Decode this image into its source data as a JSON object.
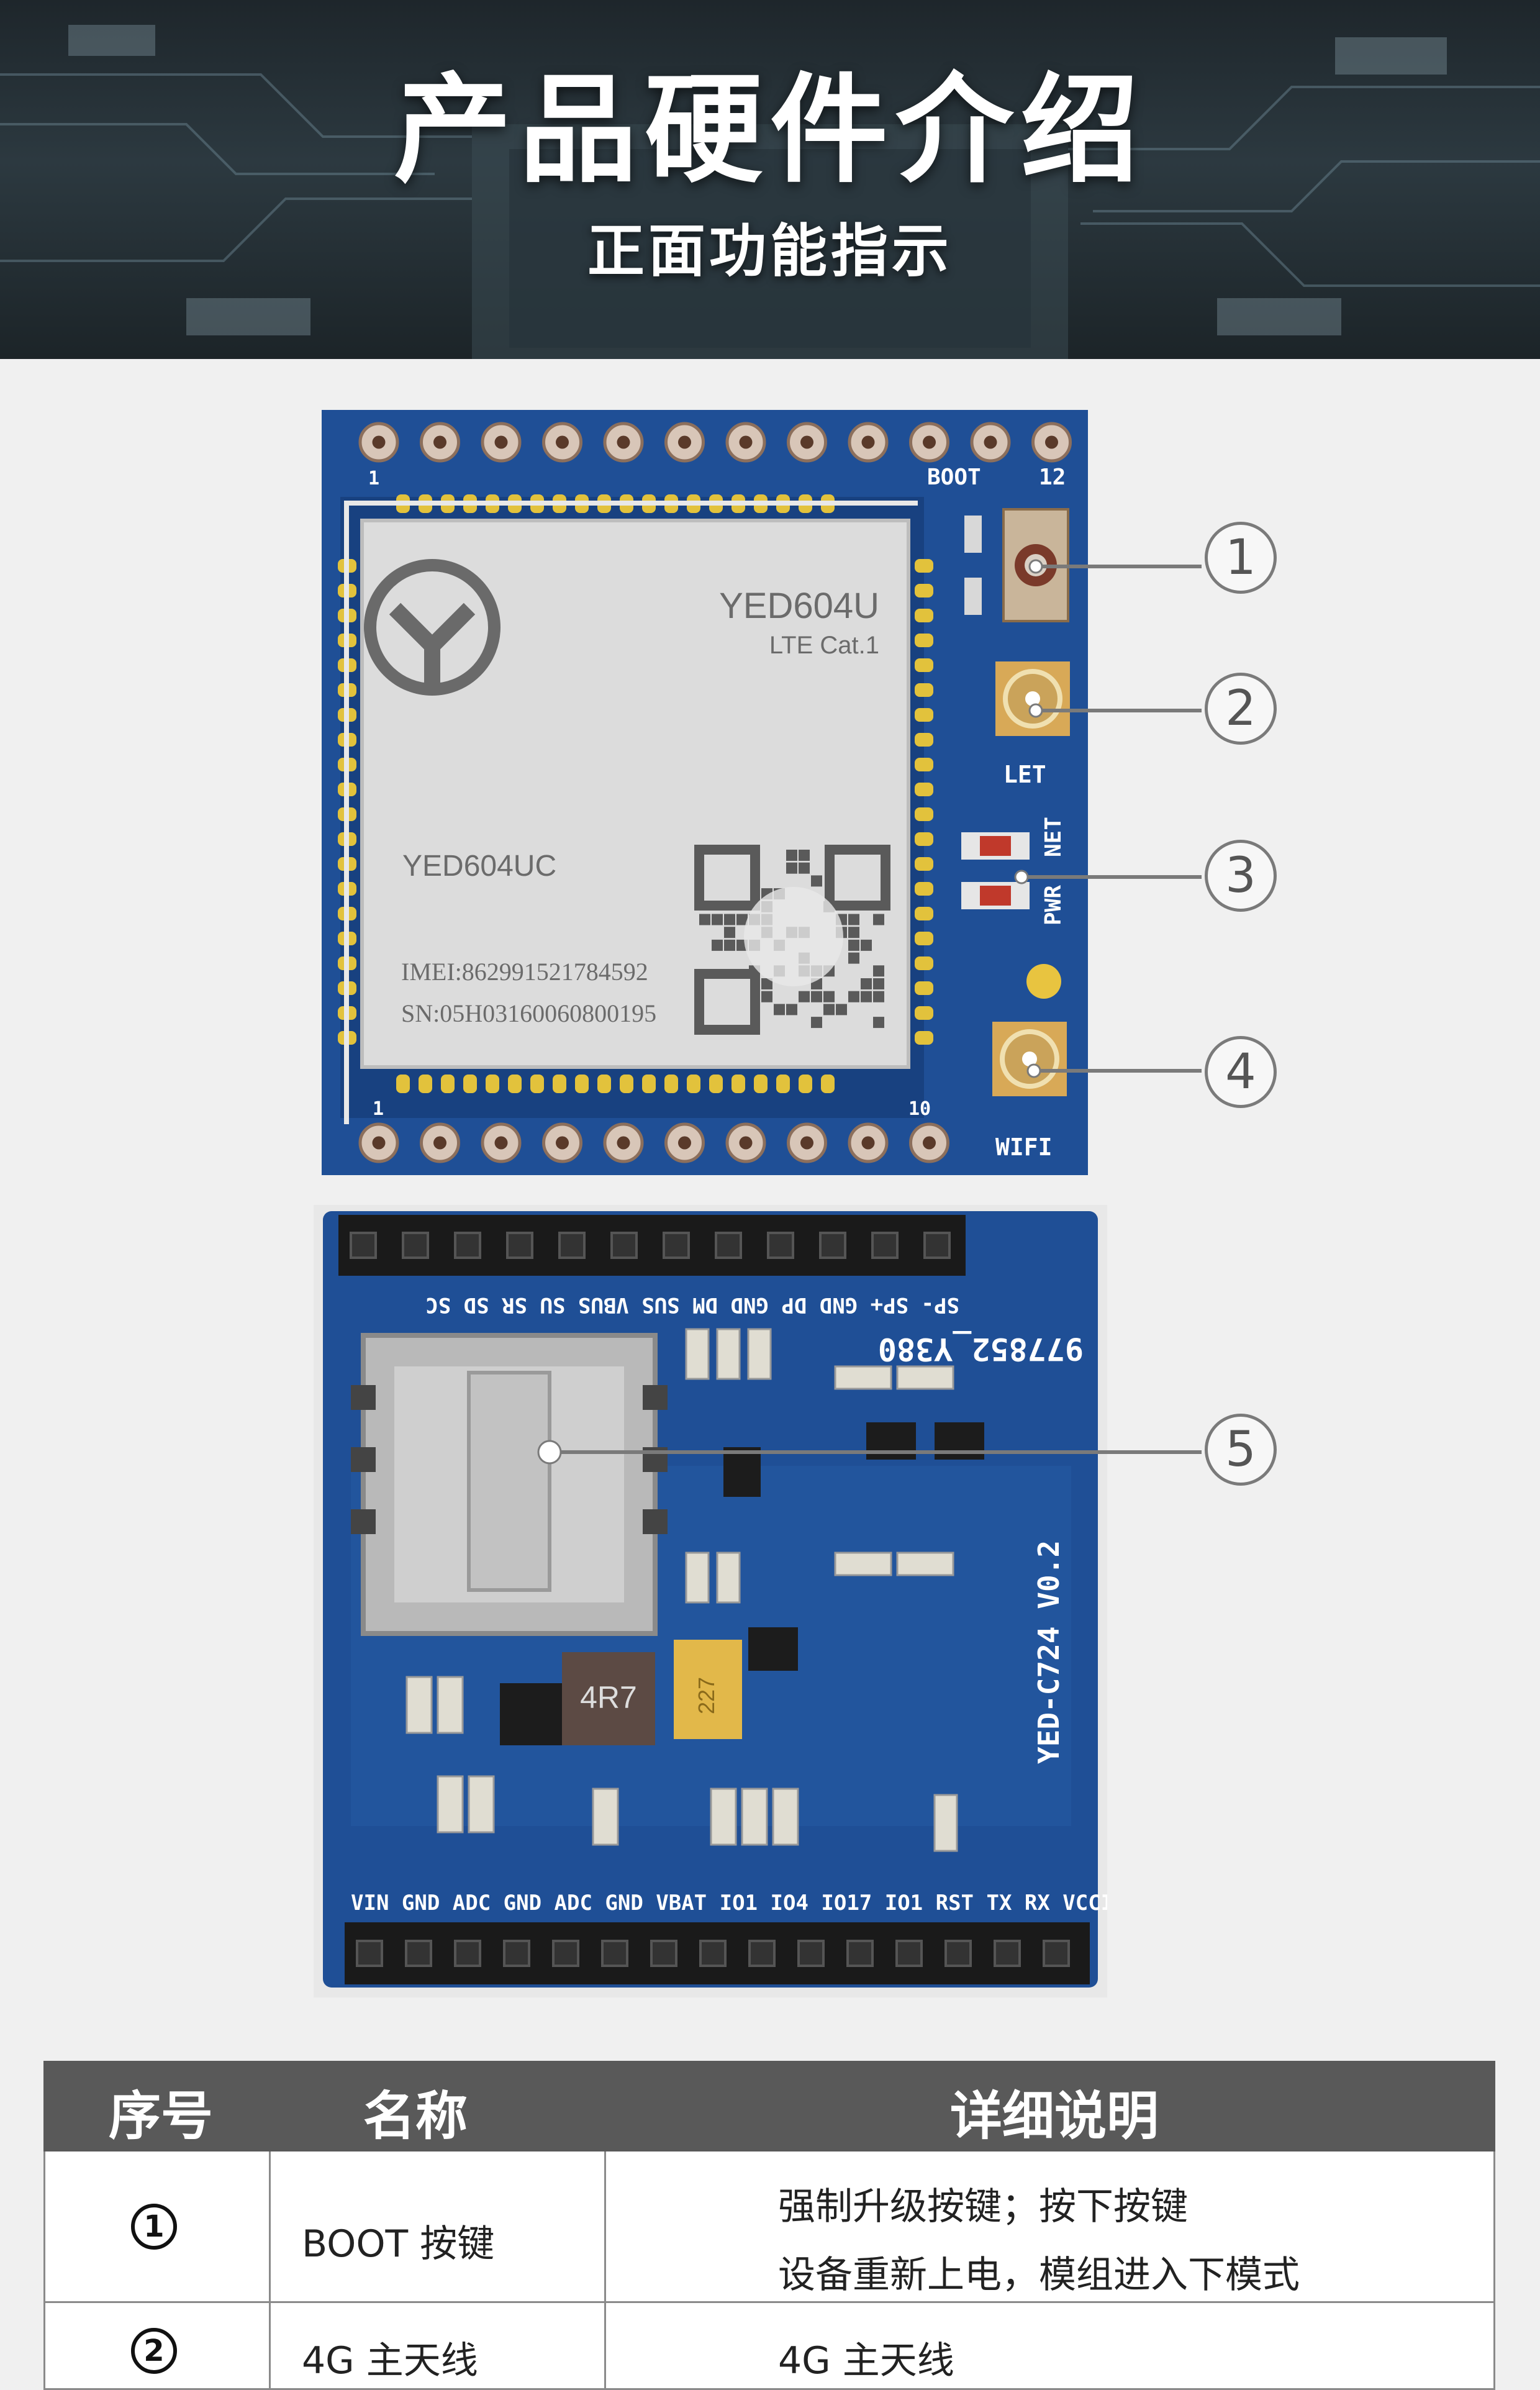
{
  "header": {
    "title": "产品硬件介绍",
    "subtitle": "正面功能指示"
  },
  "top_board": {
    "module_model": "YED604U",
    "module_type": "LTE Cat.1",
    "module_part": "YED604UC",
    "imei": "IMEI:862991521784592",
    "sn": "SN:05H03160060800195",
    "silk_boot": "BOOT",
    "silk_12": "12",
    "silk_1_top": "1",
    "silk_1_bottom": "1",
    "silk_10": "10",
    "silk_let": "LET",
    "silk_net": "NET",
    "silk_pwr": "PWR",
    "silk_wifi": "WIFI"
  },
  "bottom_board": {
    "silk_top_pins": "SP- SP+ GND DP GND DM SUS VBUS SU SR SD SC",
    "silk_code": "977852_Y380",
    "silk_version": "YED-C724 V0.2",
    "silk_bottom_pins": "VIN GND ADC GND ADC GND VBAT IO1 IO4 IO17 IO1 RST TX RX VCCIO",
    "inductor": "4R7",
    "cap": "227"
  },
  "callouts": [
    "1",
    "2",
    "3",
    "4",
    "5"
  ],
  "table": {
    "headers": [
      "序号",
      "名称",
      "详细说明"
    ],
    "rows": [
      {
        "index": "1",
        "name": "BOOT 按键",
        "desc_line1": "强制升级按键；按下按键",
        "desc_line2": "设备重新上电，模组进入下模式"
      },
      {
        "index": "2",
        "name": "4G 主天线",
        "desc_line1": "4G 主天线"
      }
    ]
  },
  "colors": {
    "pcb_blue": "#1f4f96",
    "header_dark": "#1e262b",
    "table_header": "#595959",
    "gold": "#d8b437"
  }
}
